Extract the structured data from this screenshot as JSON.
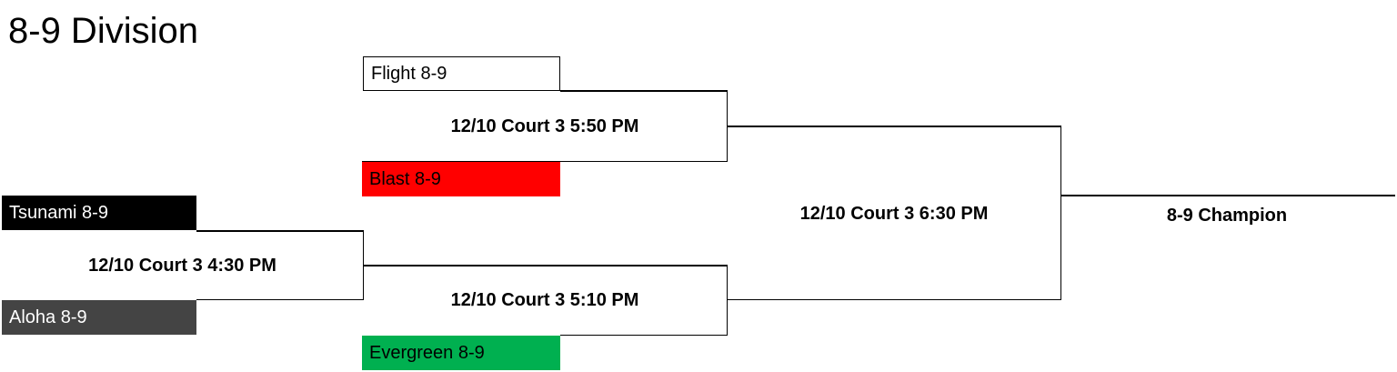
{
  "title": "8-9 Division",
  "colors": {
    "blast": "#ff0000",
    "tsunami": "#000000",
    "aloha": "#444444",
    "evergreen": "#00b050",
    "flight": "#ffffff"
  },
  "teams": {
    "flight": "Flight 8-9",
    "blast": "Blast 8-9",
    "tsunami": "Tsunami 8-9",
    "aloha": "Aloha 8-9",
    "evergreen": "Evergreen 8-9"
  },
  "games": {
    "g1": "12/10 Court 3 4:30 PM",
    "g2": "12/10 Court 3 5:50 PM",
    "g3": "12/10 Court 3 5:10 PM",
    "g4": "12/10 Court 3 6:30 PM"
  },
  "champion": "8-9 Champion"
}
